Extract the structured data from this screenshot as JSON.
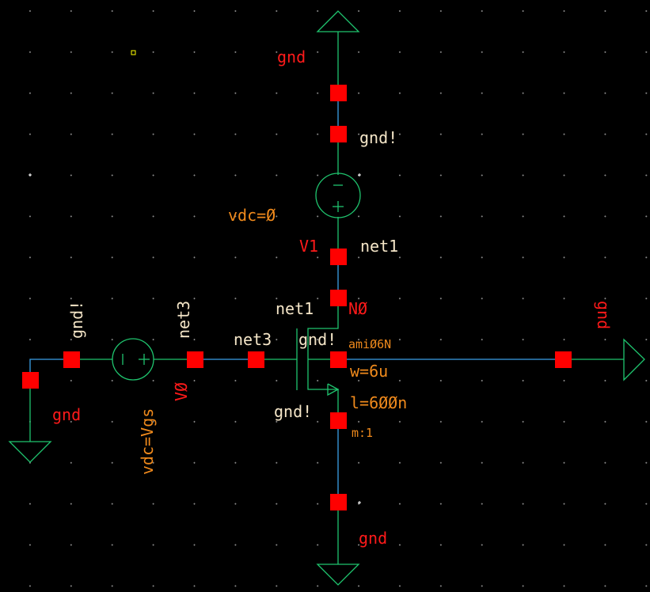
{
  "colors": {
    "background": "#000000",
    "wire": "#3aa0e8",
    "symbol": "#1fc46e",
    "pin": "#ff0000",
    "net_label": "#f5e6c8",
    "instance_name": "#ff1a1a",
    "parameter": "#f08a1c",
    "selection": "#ffff00",
    "grid_dot": "#8a8a8a"
  },
  "components": {
    "v1": {
      "name": "V1",
      "param": "vdc=Ø",
      "top_net": "gnd!",
      "bottom_net": "net1"
    },
    "v0": {
      "name": "VØ",
      "param": "vdc=Vgs",
      "left_net": "gnd!",
      "right_net": "net3"
    },
    "n0": {
      "name": "NØ",
      "model": "amiØ6N",
      "width": "w=6u",
      "length": "l=6ØØn",
      "multiplier": "m:1",
      "drain_net": "net1",
      "gate_net": "net3",
      "body_net": "gnd!",
      "source_net": "gnd!"
    }
  },
  "grounds": {
    "top": "gnd",
    "left": "gnd",
    "right": "gnd",
    "bottom": "gnd"
  }
}
